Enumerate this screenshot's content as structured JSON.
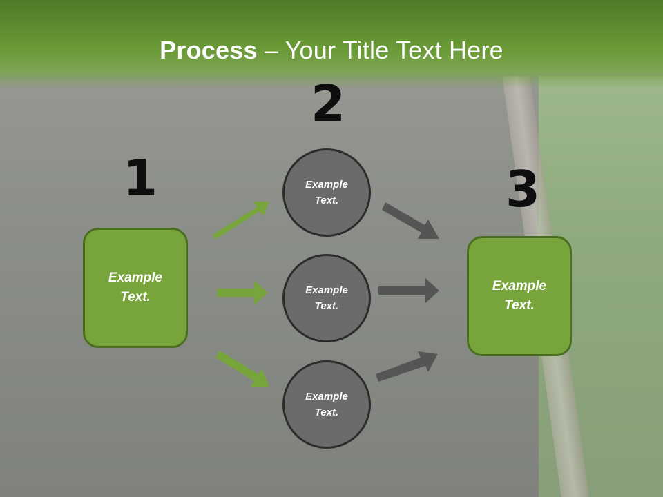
{
  "header": {
    "title_bold": "Process",
    "title_rest": " – Your Title Text Here"
  },
  "steps": {
    "one": "1",
    "two": "2",
    "three": "3"
  },
  "boxes": {
    "left": "Example Text.",
    "right": "Example Text."
  },
  "circles": [
    {
      "label": "Example Text."
    },
    {
      "label": "Example Text."
    },
    {
      "label": "Example Text."
    }
  ],
  "colors": {
    "header_green": "#5f8e2f",
    "box_green": "#78a43c",
    "arrow_green": "#78a43c",
    "arrow_gray": "#555555",
    "circle_gray": "#6b6b6b"
  }
}
